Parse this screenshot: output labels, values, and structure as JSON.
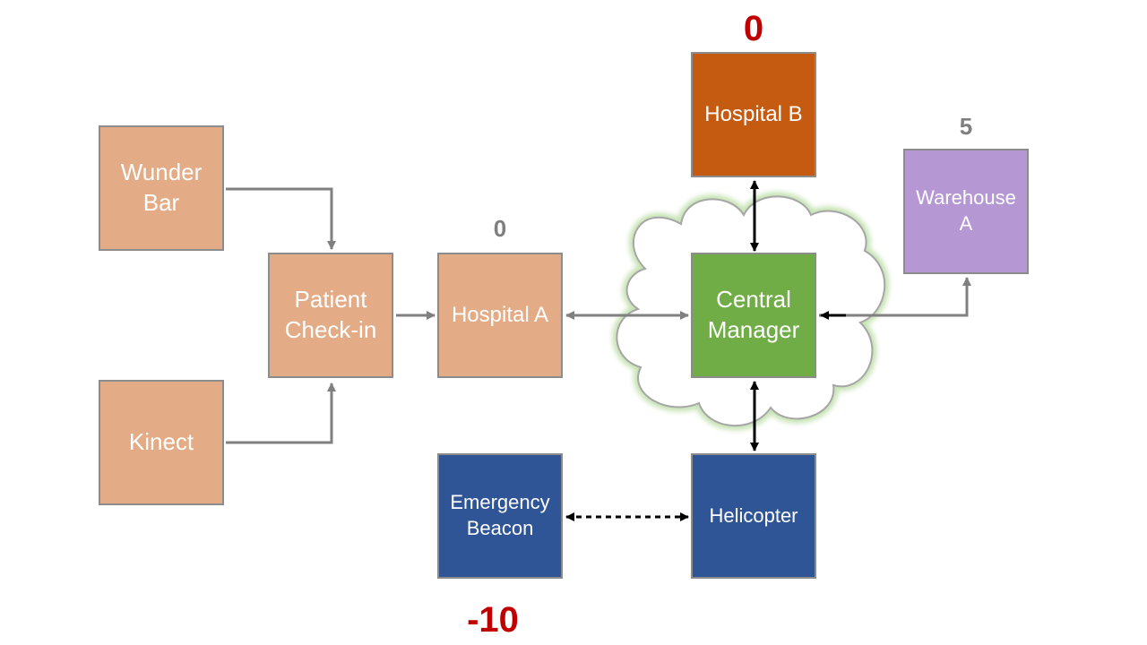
{
  "colors": {
    "peach": "#e3ac86",
    "orange": "#c55a11",
    "green": "#70ad47",
    "purple": "#b597d3",
    "blue": "#2f5597",
    "gray_line": "#808080",
    "black_line": "#000000",
    "score_red": "#c00000",
    "score_gray": "#7f7f7f"
  },
  "nodes": {
    "wunder_bar": "Wunder\nBar",
    "kinect": "Kinect",
    "patient_checkin": "Patient\nCheck-in",
    "hospital_a": "Hospital A",
    "central_manager": "Central\nManager",
    "hospital_b": "Hospital B",
    "warehouse_a": "Warehouse\nA",
    "emergency_beacon": "Emergency\nBeacon",
    "helicopter": "Helicopter"
  },
  "scores": {
    "hospital_b": "0",
    "warehouse_a": "5",
    "hospital_a": "0",
    "emergency_beacon": "-10"
  }
}
